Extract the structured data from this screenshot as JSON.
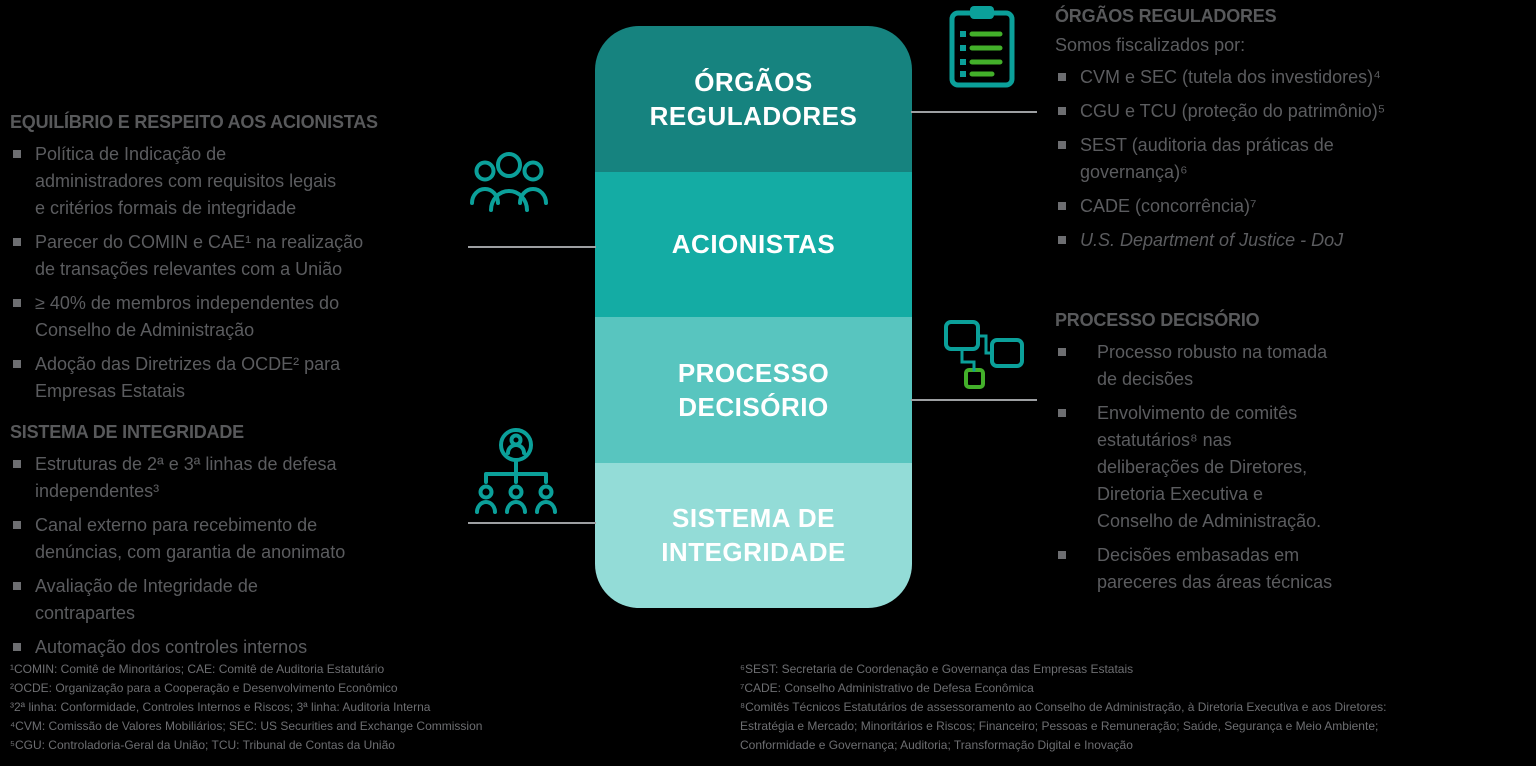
{
  "diagram": {
    "stack": [
      {
        "label": "ÓRGÃOS\nREGULADORES",
        "color": "#16837f"
      },
      {
        "label": "ACIONISTAS",
        "color": "#14aca4"
      },
      {
        "label": "PROCESSO\nDECISÓRIO",
        "color": "#58c5bf"
      },
      {
        "label": "SISTEMA DE\nINTEGRIDADE",
        "color": "#93dcd7"
      }
    ]
  },
  "left_top": {
    "heading": "EQUILÍBRIO E RESPEITO AOS ACIONISTAS",
    "bullets": [
      "Política de Indicação de\nadministradores com requisitos legais\ne critérios formais de integridade",
      "Parecer do COMIN e CAE¹ na realização\nde transações relevantes com a União",
      "≥ 40% de membros independentes do\nConselho de Administração",
      "Adoção das Diretrizes da OCDE² para\nEmpresas Estatais"
    ]
  },
  "left_bottom": {
    "heading": "SISTEMA DE INTEGRIDADE",
    "bullets": [
      "Estruturas de 2ª e 3ª linhas de defesa\nindependentes³",
      "Canal externo para recebimento de\ndenúncias, com garantia de anonimato",
      "Avaliação de Integridade de\ncontrapartes",
      "Automação dos controles internos"
    ]
  },
  "right_top": {
    "heading": "ÓRGÃOS REGULADORES",
    "intro": "Somos fiscalizados por:",
    "bullets": [
      "CVM e SEC (tutela dos investidores)⁴",
      "CGU e TCU (proteção do patrimônio)⁵",
      "SEST (auditoria das práticas de\ngovernança)⁶",
      "CADE (concorrência)⁷",
      "U.S. Department of Justice - DoJ"
    ]
  },
  "right_middle": {
    "heading": "PROCESSO DECISÓRIO",
    "bullets": [
      "Processo robusto na tomada\nde decisões",
      "Envolvimento de comitês\nestatutários⁸ nas\ndeliberações de Diretores,\nDiretoria Executiva e\nConselho de Administração.",
      "Decisões embasadas em\npareceres das áreas técnicas"
    ]
  },
  "footnotes_left": [
    "¹COMIN: Comitê de Minoritários; CAE: Comitê de Auditoria Estatutário",
    "²OCDE: Organização para a Cooperação e Desenvolvimento Econômico",
    "³2ª linha: Conformidade, Controles Internos e Riscos; 3ª linha: Auditoria Interna",
    "⁴CVM: Comissão de Valores Mobiliários; SEC: US Securities and Exchange Commission",
    "⁵CGU: Controladoria-Geral da União; TCU: Tribunal de Contas da União"
  ],
  "footnotes_right": [
    "⁶SEST: Secretaria de Coordenação e Governança das Empresas Estatais",
    "⁷CADE: Conselho Administrativo de Defesa Econômica",
    "⁸Comitês Técnicos Estatutários de assessoramento ao Conselho de Administração, à Diretoria Executiva e aos Diretores:",
    "Estratégia e Mercado; Minoritários e Riscos; Financeiro; Pessoas e Remuneração; Saúde, Segurança e Meio Ambiente;",
    "Conformidade e Governança; Auditoria; Transformação Digital e Inovação"
  ],
  "icons": {
    "left_upper": "people-group-icon",
    "left_lower": "org-hierarchy-icon",
    "right_upper": "clipboard-checklist-icon",
    "right_lower": "process-flow-icon"
  },
  "colors": {
    "background": "#000000",
    "box_text": "#ffffff",
    "heading_gray": "#58595b",
    "body_gray": "#5b5c5f",
    "footnote_gray": "#6d6e71",
    "connector_gray": "#9d9fa2",
    "icon_teal": "#0ba09a",
    "icon_green": "#43b02a"
  }
}
